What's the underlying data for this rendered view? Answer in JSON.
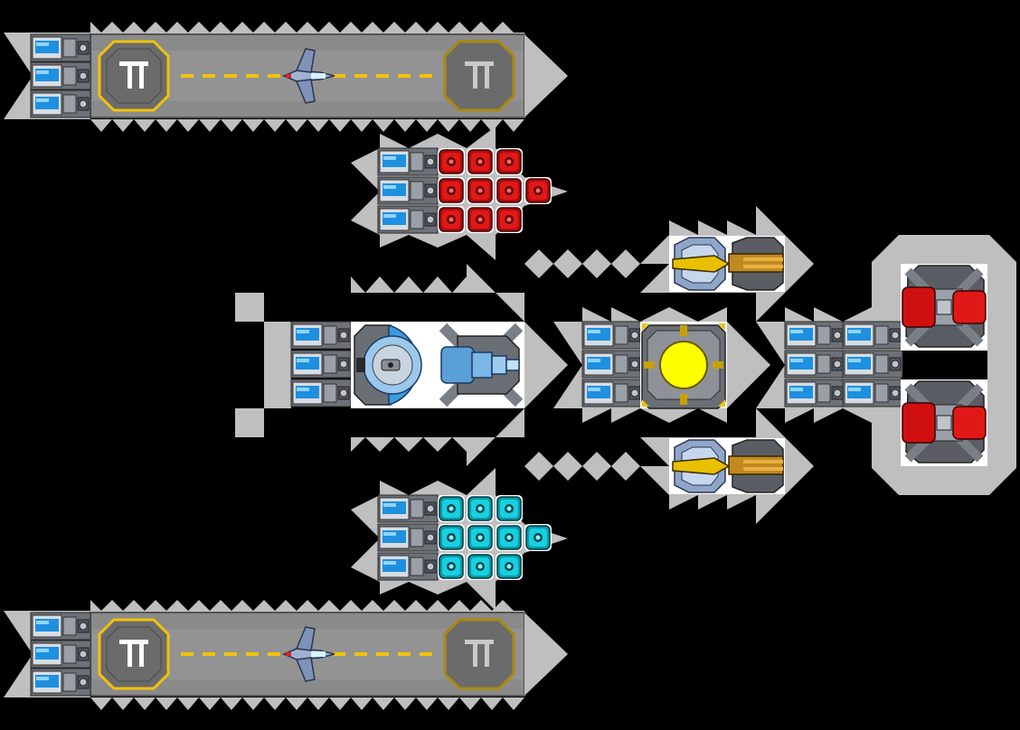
{
  "scene": {
    "background": "#000000",
    "hull_color": "#bfbfbf",
    "hull_shadow": "#8f8f8f",
    "accent_yellow": "#f2c20a",
    "thruster_blue": "#1e90e0",
    "red_module": "#d01010",
    "cyan_module": "#10c0d0",
    "core_yellow": "#ffff00"
  },
  "modules": {
    "hangar_top": {
      "type": "hangar",
      "icon": "landing-pad-icon",
      "craft": "fighter-icon"
    },
    "hangar_bottom": {
      "type": "hangar",
      "icon": "landing-pad-icon",
      "craft": "fighter-icon"
    },
    "red_battery": {
      "type": "weapon-array",
      "rows": [
        3,
        4,
        3
      ],
      "cell_color": "#d01010",
      "icon": "red-cell-icon"
    },
    "cyan_battery": {
      "type": "shield-array",
      "rows": [
        3,
        4,
        3
      ],
      "cell_color": "#10c0d0",
      "icon": "cyan-cell-icon"
    },
    "main_cannon": {
      "type": "cannon",
      "icon": "plasma-cannon-icon"
    },
    "reactor_core": {
      "type": "reactor",
      "icon": "reactor-core-icon"
    },
    "turret_upper": {
      "type": "turret",
      "icon": "gold-turret-icon"
    },
    "turret_lower": {
      "type": "turret",
      "icon": "gold-turret-icon"
    },
    "red_gun_upper": {
      "type": "heavy-gun",
      "icon": "red-gun-icon"
    },
    "red_gun_lower": {
      "type": "heavy-gun",
      "icon": "red-gun-icon"
    }
  }
}
